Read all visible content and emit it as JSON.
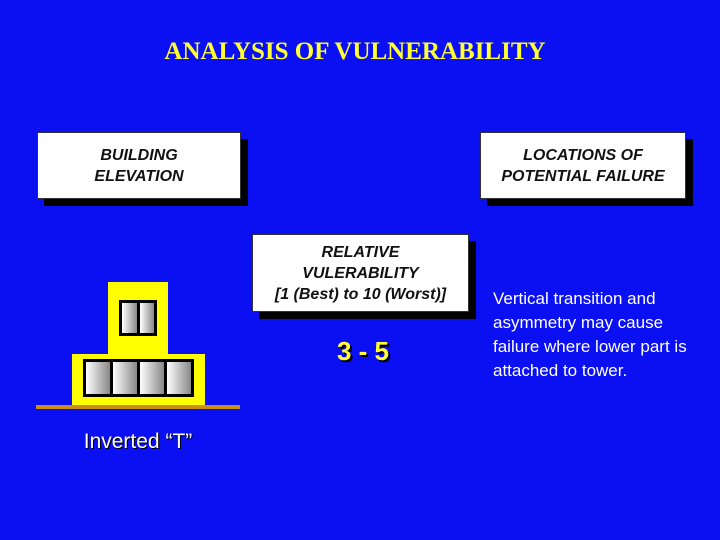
{
  "title": "ANALYSIS OF VULNERABILITY",
  "boxes": {
    "building_elevation": [
      "BUILDING",
      "ELEVATION"
    ],
    "locations": [
      "LOCATIONS OF",
      "POTENTIAL FAILURE"
    ],
    "relative": [
      "RELATIVE",
      "VULERABILITY",
      "[1 (Best) to 10 (Worst)]"
    ]
  },
  "score": "3 - 5",
  "description": "Vertical transition and asymmetry may cause failure where lower part is attached to tower.",
  "caption": "Inverted “T”",
  "colors": {
    "background": "#0a10f2",
    "accent": "#ffff33",
    "building": "#ffff00",
    "ground": "#c8901a"
  }
}
